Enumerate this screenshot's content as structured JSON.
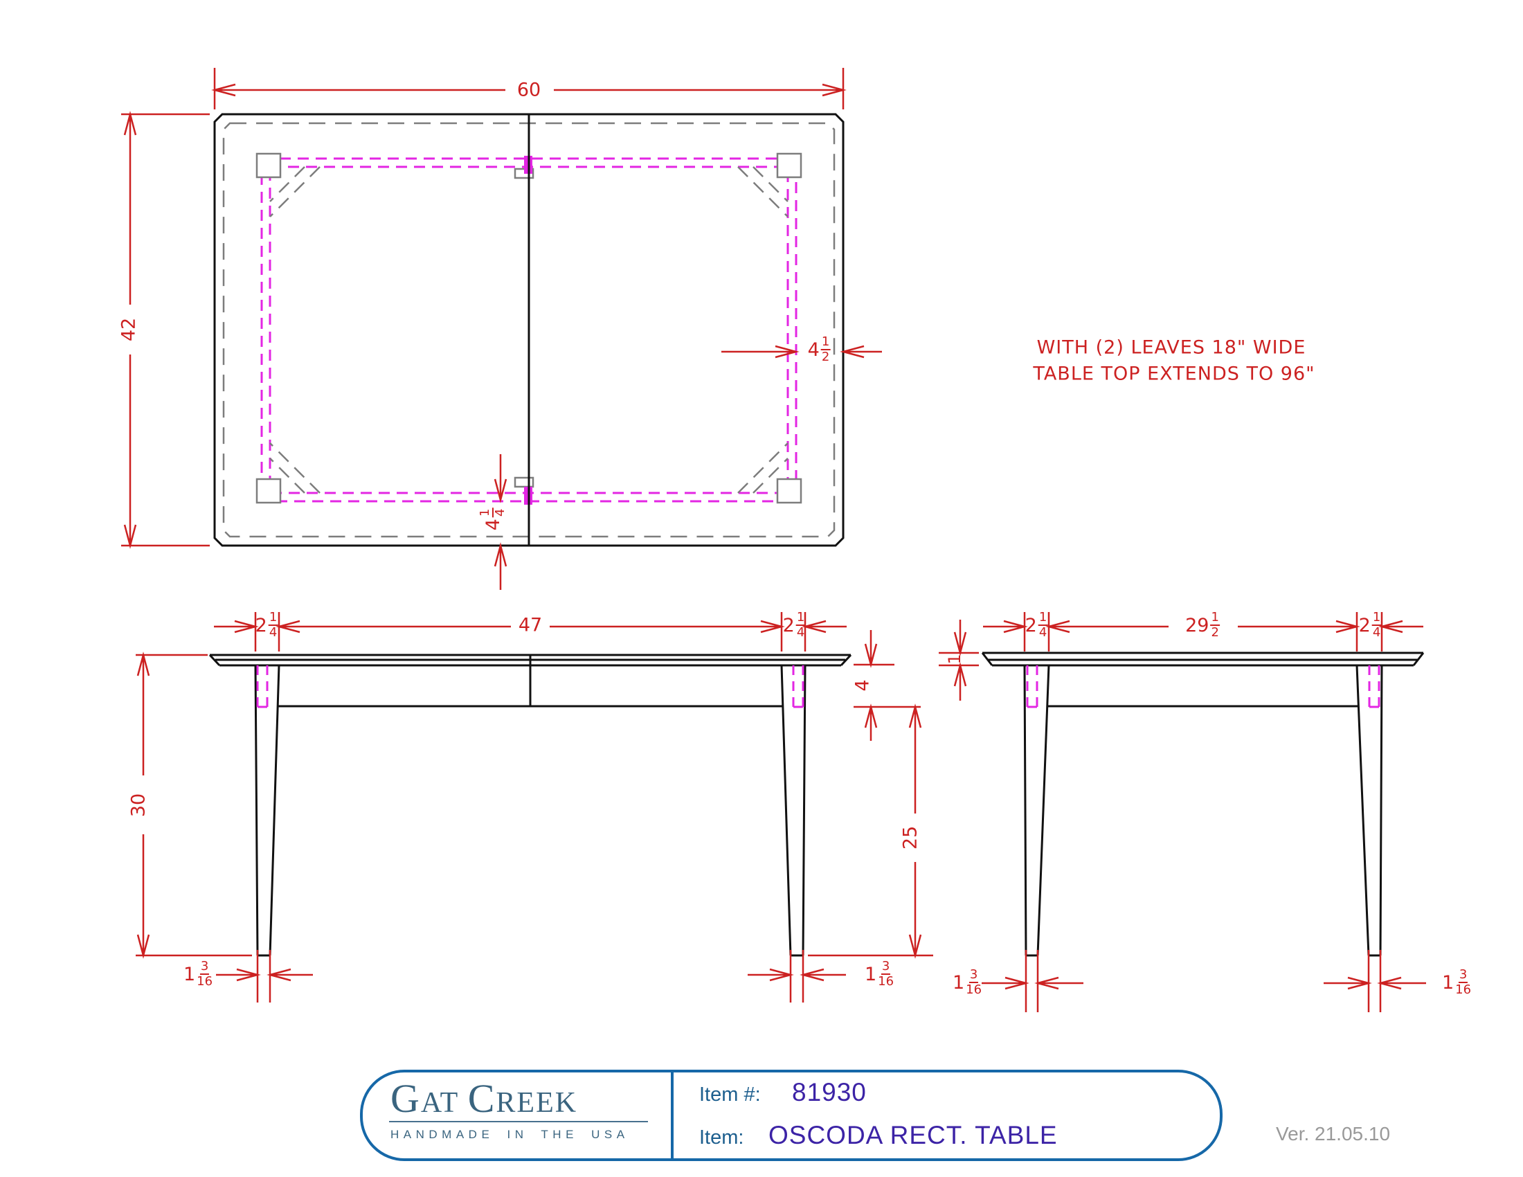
{
  "colors": {
    "dimension_red": "#cc2121",
    "frame_magenta": "#e326e3",
    "hidden_gray": "#7d7d7d",
    "line_black": "#111111",
    "title_border_blue": "#1668a8",
    "brand_blue": "#3a647f",
    "label_blue": "#1c5e8e",
    "value_purple": "#3c23a6",
    "version_gray": "#999999"
  },
  "note": {
    "line1": "WITH (2) LEAVES 18\" WIDE",
    "line2": "TABLE TOP EXTENDS TO 96\""
  },
  "top_view": {
    "width_in": "60",
    "depth_in": "42",
    "apron_side_inset": {
      "whole": "4",
      "num": "1",
      "den": "2"
    },
    "apron_end_inset": {
      "whole": "4",
      "num": "1",
      "den": "4"
    }
  },
  "front_view": {
    "left_leg_top": {
      "whole": "2",
      "num": "1",
      "den": "4"
    },
    "leg_span": "47",
    "right_leg_top": {
      "whole": "2",
      "num": "1",
      "den": "4"
    },
    "overall_height": "30",
    "apron_height": "4",
    "floor_to_apron": "25",
    "left_leg_bottom": {
      "whole": "1",
      "num": "3",
      "den": "16"
    },
    "right_leg_bottom": {
      "whole": "1",
      "num": "3",
      "den": "16"
    }
  },
  "side_view": {
    "left_leg_top": {
      "whole": "2",
      "num": "1",
      "den": "4"
    },
    "leg_span": {
      "whole": "29",
      "num": "1",
      "den": "2"
    },
    "right_leg_top": {
      "whole": "2",
      "num": "1",
      "den": "4"
    },
    "top_thickness": "1",
    "left_leg_bottom": {
      "whole": "1",
      "num": "3",
      "den": "16"
    },
    "right_leg_bottom": {
      "whole": "1",
      "num": "3",
      "den": "16"
    }
  },
  "title_block": {
    "brand_word1": "GAT",
    "brand_word2": "CREEK",
    "tagline": "HANDMADE IN THE USA",
    "item_number_label": "Item #:",
    "item_number": "81930",
    "item_label": "Item:",
    "item_name": "OSCODA RECT. TABLE"
  },
  "version": "Ver. 21.05.10"
}
